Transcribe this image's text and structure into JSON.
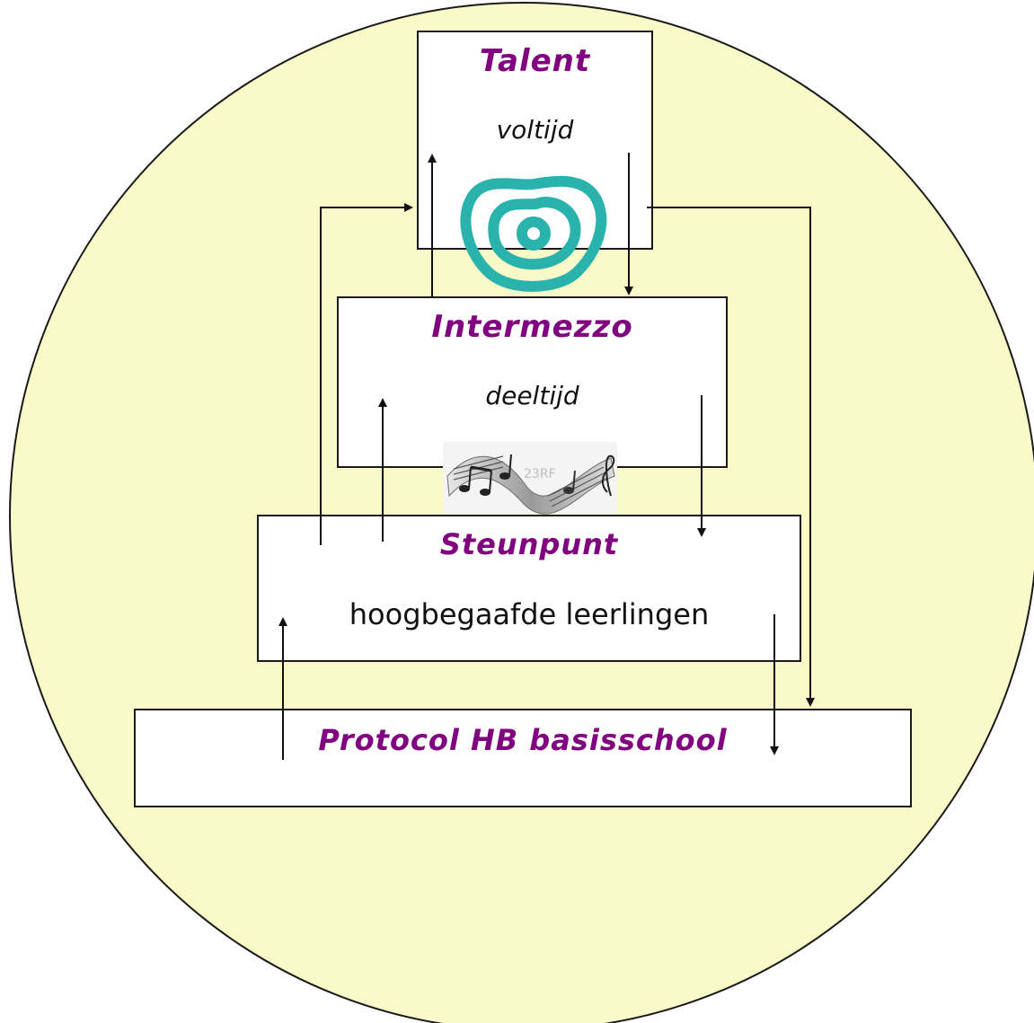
{
  "diagram": {
    "background_color": "#fafac8",
    "title_color": "#800080",
    "logo_color": "#2ab3ad",
    "levels": {
      "talent": {
        "title": "Talent",
        "subtitle": "voltijd"
      },
      "intermezzo": {
        "title": "Intermezzo",
        "subtitle": "deeltijd"
      },
      "steunpunt": {
        "title": "Steunpunt",
        "subtitle": "hoogbegaafde leerlingen"
      },
      "protocol": {
        "title": "Protocol HB basisschool"
      }
    },
    "icons": {
      "talent_logo": "concentric-rings-logo",
      "intermezzo_image": "music-notes-image"
    }
  }
}
